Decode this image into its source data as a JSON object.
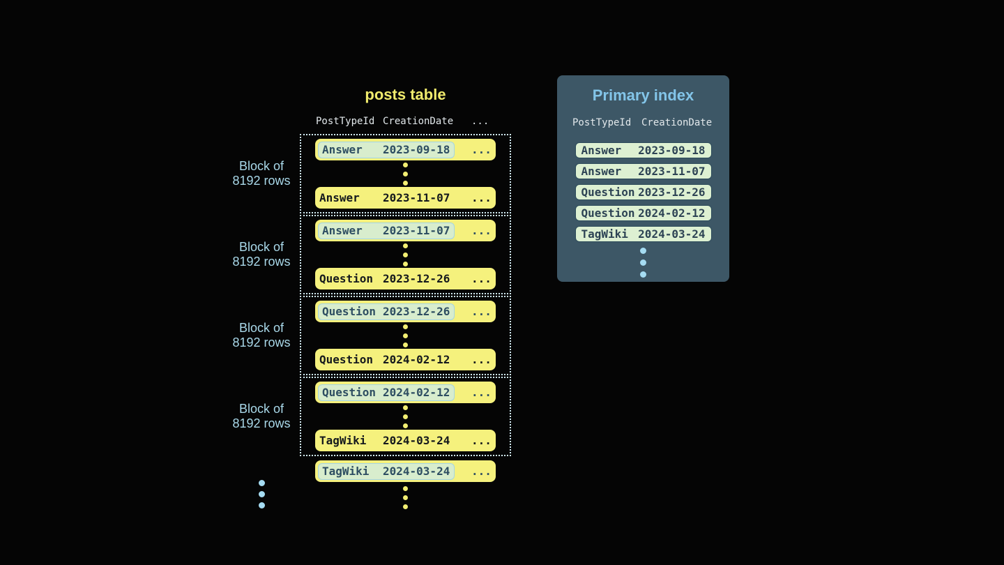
{
  "posts_table": {
    "title": "posts table",
    "headers": {
      "post_type_id": "PostTypeId",
      "creation_date": "CreationDate",
      "more_columns": "..."
    },
    "row_ellipsis": "...",
    "blocks": [
      {
        "label_line1": "Block of",
        "label_line2": "8192 rows",
        "first_row": {
          "type": "Answer",
          "date": "2023-09-18"
        },
        "last_row": {
          "type": "Answer",
          "date": "2023-11-07"
        }
      },
      {
        "label_line1": "Block of",
        "label_line2": "8192 rows",
        "first_row": {
          "type": "Answer",
          "date": "2023-11-07"
        },
        "last_row": {
          "type": "Question",
          "date": "2023-12-26"
        }
      },
      {
        "label_line1": "Block of",
        "label_line2": "8192 rows",
        "first_row": {
          "type": "Question",
          "date": "2023-12-26"
        },
        "last_row": {
          "type": "Question",
          "date": "2024-02-12"
        }
      },
      {
        "label_line1": "Block of",
        "label_line2": "8192 rows",
        "first_row": {
          "type": "Question",
          "date": "2024-02-12"
        },
        "last_row": {
          "type": "TagWiki",
          "date": "2024-03-24"
        }
      }
    ],
    "overflow_row": {
      "type": "TagWiki",
      "date": "2024-03-24"
    }
  },
  "primary_index": {
    "title": "Primary index",
    "headers": {
      "post_type_id": "PostTypeId",
      "creation_date": "CreationDate"
    },
    "rows": [
      {
        "type": "Answer",
        "date": "2023-09-18"
      },
      {
        "type": "Answer",
        "date": "2023-11-07"
      },
      {
        "type": "Question",
        "date": "2023-12-26"
      },
      {
        "type": "Question",
        "date": "2024-02-12"
      },
      {
        "type": "TagWiki",
        "date": "2024-03-24"
      }
    ]
  },
  "colors": {
    "background": "#050505",
    "row_yellow": "#f5f17d",
    "title_yellow": "#f0eb6d",
    "label_blue": "#a9d8e9",
    "panel_background": "#3d5766",
    "panel_title_blue": "#83c5e9",
    "index_row_mint": "#ddf0d2",
    "highlight_mint": "#d8edcd",
    "highlight_border_blue": "#a3d4e4",
    "dark_slate_text": "#2d4354",
    "dotted_border": "#d3ecf4",
    "dot_yellow": "#f2ee72",
    "dot_blue": "#a5dcf2"
  }
}
